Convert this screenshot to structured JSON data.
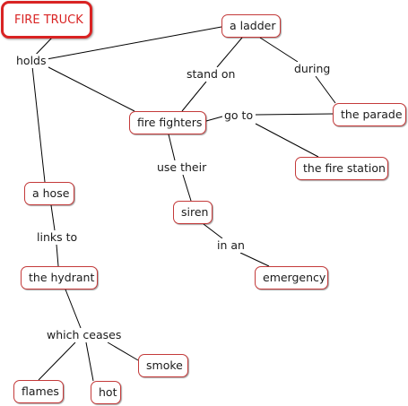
{
  "concepts": {
    "fire_truck": "FIRE TRUCK",
    "a_ladder": "a ladder",
    "fire_fighters": "fire fighters",
    "the_parade": "the parade",
    "the_fire_station": "the fire station",
    "a_hose": "a hose",
    "siren": "siren",
    "the_hydrant": "the hydrant",
    "emergency": "emergency",
    "smoke": "smoke",
    "flames": "flames",
    "hot": "hot"
  },
  "linking_phrases": {
    "holds": "holds",
    "stand_on": "stand on",
    "during": "during",
    "go_to": "go to",
    "use_their": "use their",
    "links_to": "links to",
    "in_an": "in an",
    "which_ceases": "which ceases"
  },
  "colors": {
    "root_border": "#d92323",
    "node_border": "#c43a3a",
    "line": "#000000"
  }
}
